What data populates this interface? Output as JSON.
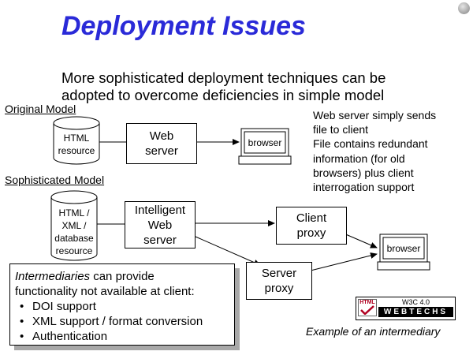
{
  "title": "Deployment Issues",
  "subtitle": {
    "line1": "More sophisticated deployment techniques can be",
    "line2": "adopted to overcome deficiencies in simple model"
  },
  "original_model": {
    "label": "Original Model",
    "resource": {
      "line1": "HTML",
      "line2": "resource"
    },
    "server": {
      "line1": "Web",
      "line2": "server"
    },
    "browser": "browser"
  },
  "note": {
    "lines": [
      "Web server simply sends",
      "file to client",
      "File contains redundant",
      "information (for old",
      "browsers) plus client",
      "interrogation support"
    ]
  },
  "sophisticated_model": {
    "label": "Sophisticated Model",
    "resource": {
      "line1": "HTML /",
      "line2": "XML  /",
      "line3": "database",
      "line4": "resource"
    },
    "server": {
      "line1": "Intelligent",
      "line2": "Web",
      "line3": "server"
    },
    "client_proxy": {
      "line1": "Client",
      "line2": "proxy"
    },
    "server_proxy": {
      "line1": "Server",
      "line2": "proxy"
    },
    "browser": "browser"
  },
  "callout": {
    "heading": "Intermediaries",
    "heading_rest": " can provide",
    "line2": "functionality not available at client:",
    "items": [
      "DOI support",
      "XML support / format conversion",
      "Authentication"
    ]
  },
  "logo": {
    "check_text": "HTML",
    "top_text": "W3C 4.0",
    "bar_text": "WEBTECHS"
  },
  "caption": "Example of an intermediary",
  "colors": {
    "title": "#2a2ad8",
    "shadow": "#a8a8a8"
  }
}
